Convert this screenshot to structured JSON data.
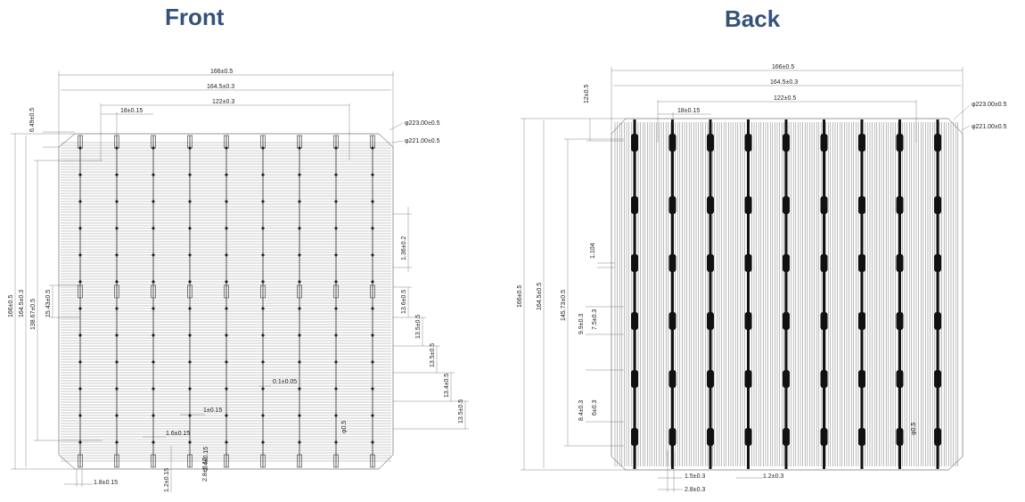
{
  "titles": {
    "front": "Front",
    "back": "Back"
  },
  "colors": {
    "title": "#34527a",
    "line": "#333333",
    "busbar": "#111111"
  },
  "front": {
    "width_outer": "166±0.5",
    "width_inner": "164.5±0.3",
    "center_span": "122±0.3",
    "pad_span": "18±0.15",
    "diag_outer": "φ223.00±0.5",
    "diag_inner": "φ221.00±0.5",
    "edge_gap": "6.49±0.5",
    "height_outer": "166±0.5",
    "height_inner": "164.5±0.3",
    "busbar_length": "138.67±0.5",
    "busbar_spacing": "15.43±0.5",
    "pad_pitch": "1.36±0.2",
    "pitch_1": "13.6±0.5",
    "pitch_2": "13.5±0.5",
    "pitch_3": "13.5±0.5",
    "pitch_4": "13.4±0.5",
    "pitch_5": "13.5±0.5",
    "finger_width": "0.1±0.05",
    "pad_w1": "1±0.15",
    "pad_w2": "1.6±0.15",
    "pad_len": "2.4±0.15",
    "pad_dia": "φ0.5",
    "bottom_w1": "1.8±0.15",
    "bottom_w2": "1.2±0.15",
    "bottom_w3": "2.8±0.15"
  },
  "back": {
    "width_outer": "166±0.5",
    "width_inner": "164.5±0.3",
    "center_span": "122±0.5",
    "pad_span": "18±0.15",
    "diag_outer": "φ223.00±0.5",
    "diag_inner": "φ221.00±0.5",
    "edge_gap": "12±0.5",
    "height_outer": "166±0.5",
    "height_inner": "164.5±0.5",
    "busbar_length": "145.73±0.5",
    "finger_pitch": "1.104",
    "pad_gap_1": "9.9±0.3",
    "pad_gap_2": "7.5±0.3",
    "pad_gap_3": "8.4±0.3",
    "pad_gap_4": "6±0.3",
    "pad_dia": "φ0.5",
    "bottom_w1": "1.5±0.3",
    "bottom_w2": "1.2±0.3",
    "bottom_w3": "2.8±0.3"
  }
}
